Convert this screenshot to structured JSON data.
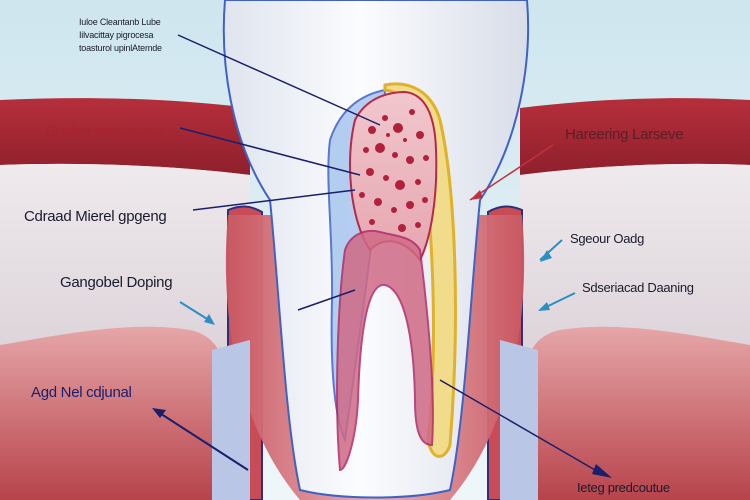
{
  "diagram": {
    "labels": {
      "top_line_1": "Iuloe Cleantanb Lube",
      "top_line_2": "Iilvacittay pigrocesa",
      "top_line_3": "toasturol upinlAtemde",
      "left_upper": "BraiheHnincheose",
      "left_middle": "Cdraad Mierel gpgeng",
      "left_lower": "Gangobel Doping",
      "left_bottom": "Agd Nel cdjunal",
      "right_upper": "Hareering Larseve",
      "right_middle": "Sgeour Oadg",
      "right_lower": "Sdseriacad Daaning",
      "bottom_right": "Ieteg predcoutue"
    },
    "colors": {
      "background_sky": "#cfe6ef",
      "gum": "#b02f3a",
      "bone": "#e8e4ea",
      "enamel": "#f4f6fa",
      "pulp": "#c4364d",
      "blue_outline": "#3f62c4",
      "yellow_outline": "#e0b12a",
      "arrow": "#1a1f6b",
      "cyan_arrow": "#2b8fc4"
    }
  }
}
